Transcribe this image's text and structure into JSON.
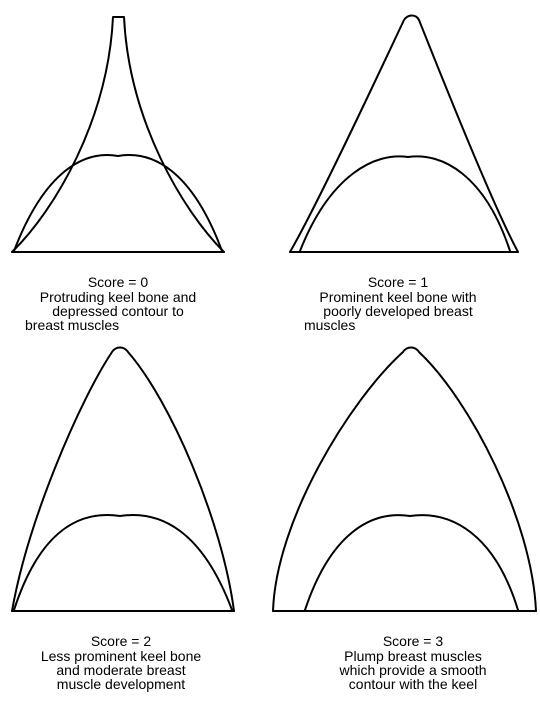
{
  "panels": [
    {
      "score_label": "Score = 0",
      "description_lines": [
        "Protruding keel bone and",
        "depressed contour to",
        "breast muscles"
      ]
    },
    {
      "score_label": "Score = 1",
      "description_lines": [
        "Prominent keel bone with",
        "poorly developed breast",
        "muscles"
      ]
    },
    {
      "score_label": "Score = 2",
      "description_lines": [
        "Less prominent keel bone",
        "and moderate breast",
        "muscle development"
      ]
    },
    {
      "score_label": "Score = 3",
      "description_lines": [
        "Plump breast muscles",
        "which provide a smooth",
        "contour with the keel"
      ]
    }
  ]
}
